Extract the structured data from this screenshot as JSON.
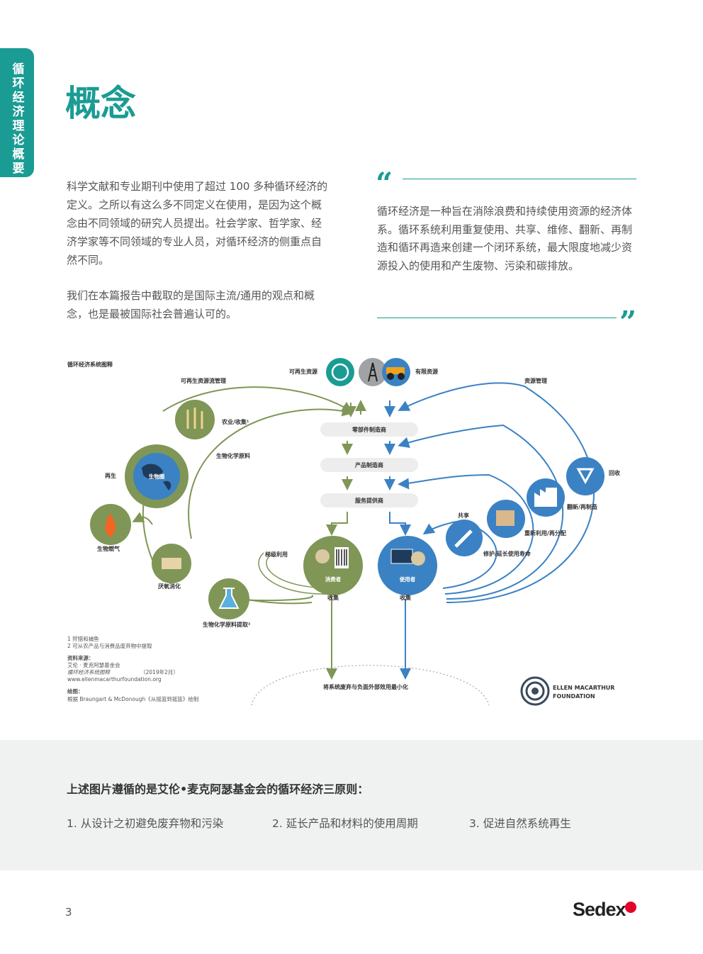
{
  "sidebar": {
    "tab_label": "循环经济理论概要"
  },
  "page": {
    "title": "概念",
    "number": "3"
  },
  "intro": {
    "p1": "科学文献和专业期刊中使用了超过 100 多种循环经济的定义。之所以有这么多不同定义在使用，是因为这个概念由不同领域的研究人员提出。社会学家、哲学家、经济学家等不同领域的专业人员，对循环经济的侧重点自然不同。",
    "p2": "我们在本篇报告中截取的是国际主流/通用的观点和概念，也是最被国际社会普遍认可的。"
  },
  "quote": {
    "open_mark": "“",
    "close_mark": "”",
    "text": "循环经济是一种旨在消除浪费和持续使用资源的经济体系。循环系统利用重复使用、共享、维修、翻新、再制造和循环再造来创建一个闭环系统，最大限度地减少资源投入的使用和产生废物、污染和碳排放。"
  },
  "diagram": {
    "title": "循环经济系统图释",
    "renewable_flow": "可再生资源流管理",
    "renewables": "可再生资源",
    "finite": "有限资源",
    "stock_mgmt": "资源管理",
    "farming": "农业/收集¹",
    "biochem_feedstock": "生物化学原料",
    "regeneration": "再生",
    "biosphere": "生物圈",
    "biogas": "生物燃气",
    "anaerobic": "厌氧消化",
    "cascades": "梯级利用",
    "extraction": "生物化学原料提取²",
    "parts_mfr": "零部件制造商",
    "product_mfr": "产品制造商",
    "service_provider": "服务提供商",
    "consumer": "消费者",
    "user": "使用者",
    "collection_left": "收集",
    "collection_right": "收集",
    "share": "共享",
    "maintain": "修护/延长使用寿命",
    "reuse": "重新利用/再分配",
    "refurbish": "翻新/再制造",
    "recycle": "回收",
    "leakage": "将系统废弃与负面外部效用最小化",
    "footnote1": "1  狩猎和捕鱼",
    "footnote2": "2 可从农产品与消费品废弃物中提取",
    "source_label": "资料来源：",
    "source_org": "艾伦 · 麦克阿瑟基金会",
    "source_title": "循环经济系统图释",
    "source_date": "（2019年2月）",
    "source_url": "www.ellenmacarthurfoundation.org",
    "drawn_label": "绘图：",
    "drawn_by": "根据 Braungart & McDonough《从摇篮到摇篮》绘制",
    "emf_line1": "ELLEN MACARTHUR",
    "emf_line2": "FOUNDATION",
    "colors": {
      "bio": "#7f9656",
      "tech": "#3b82c4",
      "node_bg": "#ededed",
      "teal": "#1a9c94"
    }
  },
  "principles": {
    "title": "上述图片遵循的是艾伦•麦克阿瑟基金会的循环经济三原则：",
    "items": [
      "1. 从设计之初避免废弃物和污染",
      "2. 延长产品和材料的使用周期",
      "3. 促进自然系统再生"
    ]
  },
  "brand": {
    "logo": "Sedex"
  }
}
